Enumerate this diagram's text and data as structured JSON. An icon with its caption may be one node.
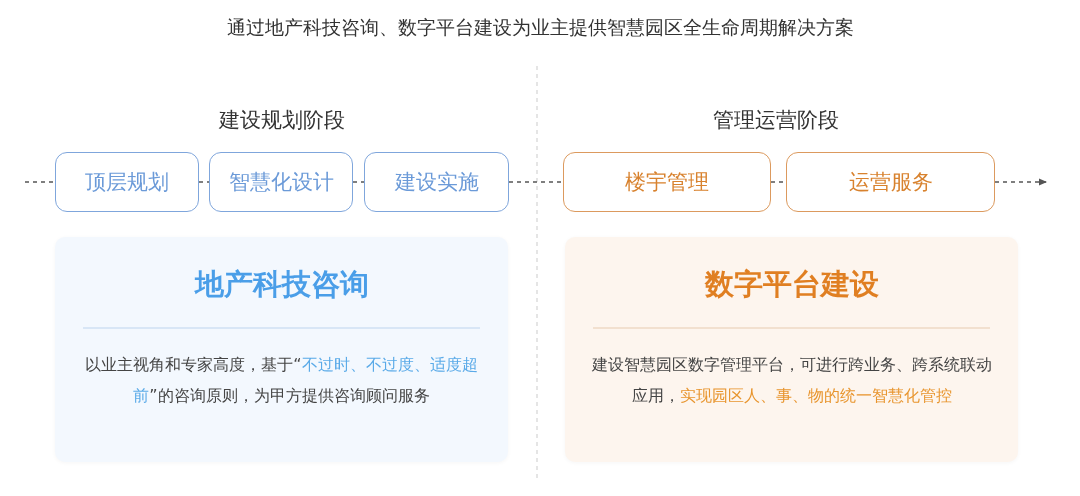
{
  "diagram": {
    "title": "通过地产科技咨询、数字平台建设为业主提供智慧园区全生命周期解决方案",
    "nodes": [
      {
        "text": [
          "顶层规划"
        ]
      },
      {
        "text": [
          "智慧化设计"
        ]
      },
      {
        "text": [
          "建设实施"
        ]
      },
      {
        "text": [
          "楼宇管理"
        ]
      },
      {
        "text": [
          "运营服务"
        ]
      },
      {
        "text": [
          "地产科技咨询",
          "以业主视角和专家高度，基于“**不过时、不过度、适度超前**”的咨询原则，为甲方提供咨询顾问服务"
        ]
      },
      {
        "text": [
          "数字平台建设",
          "建设智慧园区数字管理平台，可进行跨业务、跨系统联动应用，**实现园区人、事、物的统一智慧化管控**"
        ]
      }
    ],
    "edges": [
      {
        "from": null,
        "to": 0,
        "arrow": "none",
        "style": "dashed"
      },
      {
        "from": 0,
        "to": 1,
        "arrow": "none",
        "style": "dashed"
      },
      {
        "from": 1,
        "to": 2,
        "arrow": "none",
        "style": "dashed"
      },
      {
        "from": 2,
        "to": 3,
        "arrow": "none",
        "style": "dashed"
      },
      {
        "from": 3,
        "to": 4,
        "arrow": "none",
        "style": "dashed"
      },
      {
        "from": 4,
        "to": null,
        "arrow": "to",
        "style": "dashed"
      }
    ],
    "labels": [
      "建设规划阶段",
      "管理运营阶段"
    ]
  }
}
